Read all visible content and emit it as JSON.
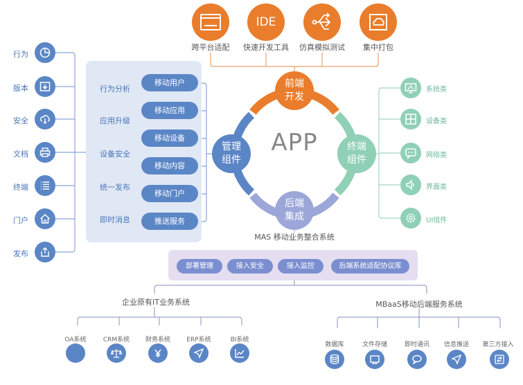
{
  "top_tools": [
    {
      "label": "跨平台适配",
      "icon": "browser-window-icon"
    },
    {
      "label": "快速开发工具",
      "icon": "ide-icon",
      "text": "IDE"
    },
    {
      "label": "仿真模拟测试",
      "icon": "branch-arrows-icon"
    },
    {
      "label": "集中打包",
      "icon": "cloud-package-icon"
    }
  ],
  "left_icons": [
    {
      "label": "行为",
      "icon": "pie-chart-icon"
    },
    {
      "label": "版本",
      "icon": "download-box-icon"
    },
    {
      "label": "安全",
      "icon": "cloud-download-icon"
    },
    {
      "label": "文档",
      "icon": "printer-icon"
    },
    {
      "label": "终端",
      "icon": "list-icon"
    },
    {
      "label": "门户",
      "icon": "home-icon"
    },
    {
      "label": "发布",
      "icon": "share-icon"
    }
  ],
  "panel_labels": [
    "行为分析",
    "应用升级",
    "设备安全",
    "统一发布",
    "即时消息"
  ],
  "panel_pills": [
    "移动用户",
    "移动应用",
    "移动设备",
    "移动内容",
    "移动门户",
    "推送服务"
  ],
  "hub": {
    "center": "APP",
    "top": [
      "前端",
      "开发"
    ],
    "left": [
      "管理",
      "组件"
    ],
    "right": [
      "终端",
      "组件"
    ],
    "bottom": [
      "后端",
      "集成"
    ]
  },
  "right_icons": [
    {
      "label": "系统类",
      "icon": "monitor-icon"
    },
    {
      "label": "设备类",
      "icon": "grid-icon"
    },
    {
      "label": "网络类",
      "icon": "chat-icon"
    },
    {
      "label": "界面类",
      "icon": "speaker-icon"
    },
    {
      "label": "UI组件",
      "icon": "gear-icon"
    }
  ],
  "mas": {
    "title": "MAS 移动业务整合系统",
    "items": [
      "部署管理",
      "接入安全",
      "接入监控",
      "后端系统适配协议库"
    ]
  },
  "enterprise": {
    "title": "企业原有IT业务系统",
    "items": [
      {
        "label": "OA系统",
        "icon": "blank-circle-icon"
      },
      {
        "label": "CRM系统",
        "icon": "scale-icon"
      },
      {
        "label": "财务系统",
        "icon": "yen-icon"
      },
      {
        "label": "ERP系统",
        "icon": "send-icon"
      },
      {
        "label": "BI系统",
        "icon": "line-chart-icon"
      }
    ]
  },
  "mbaas": {
    "title": "MBaaS移动后端服务系统",
    "items": [
      {
        "label": "数据库",
        "icon": "database-icon"
      },
      {
        "label": "文件存储",
        "icon": "storage-icon"
      },
      {
        "label": "即时通讯",
        "icon": "message-icon"
      },
      {
        "label": "信息推送",
        "icon": "send-icon"
      },
      {
        "label": "第三方接入",
        "icon": "transfer-icon"
      }
    ]
  },
  "colors": {
    "orange": "#e97d2c",
    "blue": "#5b86c6",
    "green": "#8fd0b6",
    "bottom_node": "#9ca6d8",
    "panel": "#e1e8f5",
    "mas_panel": "#e4def0"
  }
}
